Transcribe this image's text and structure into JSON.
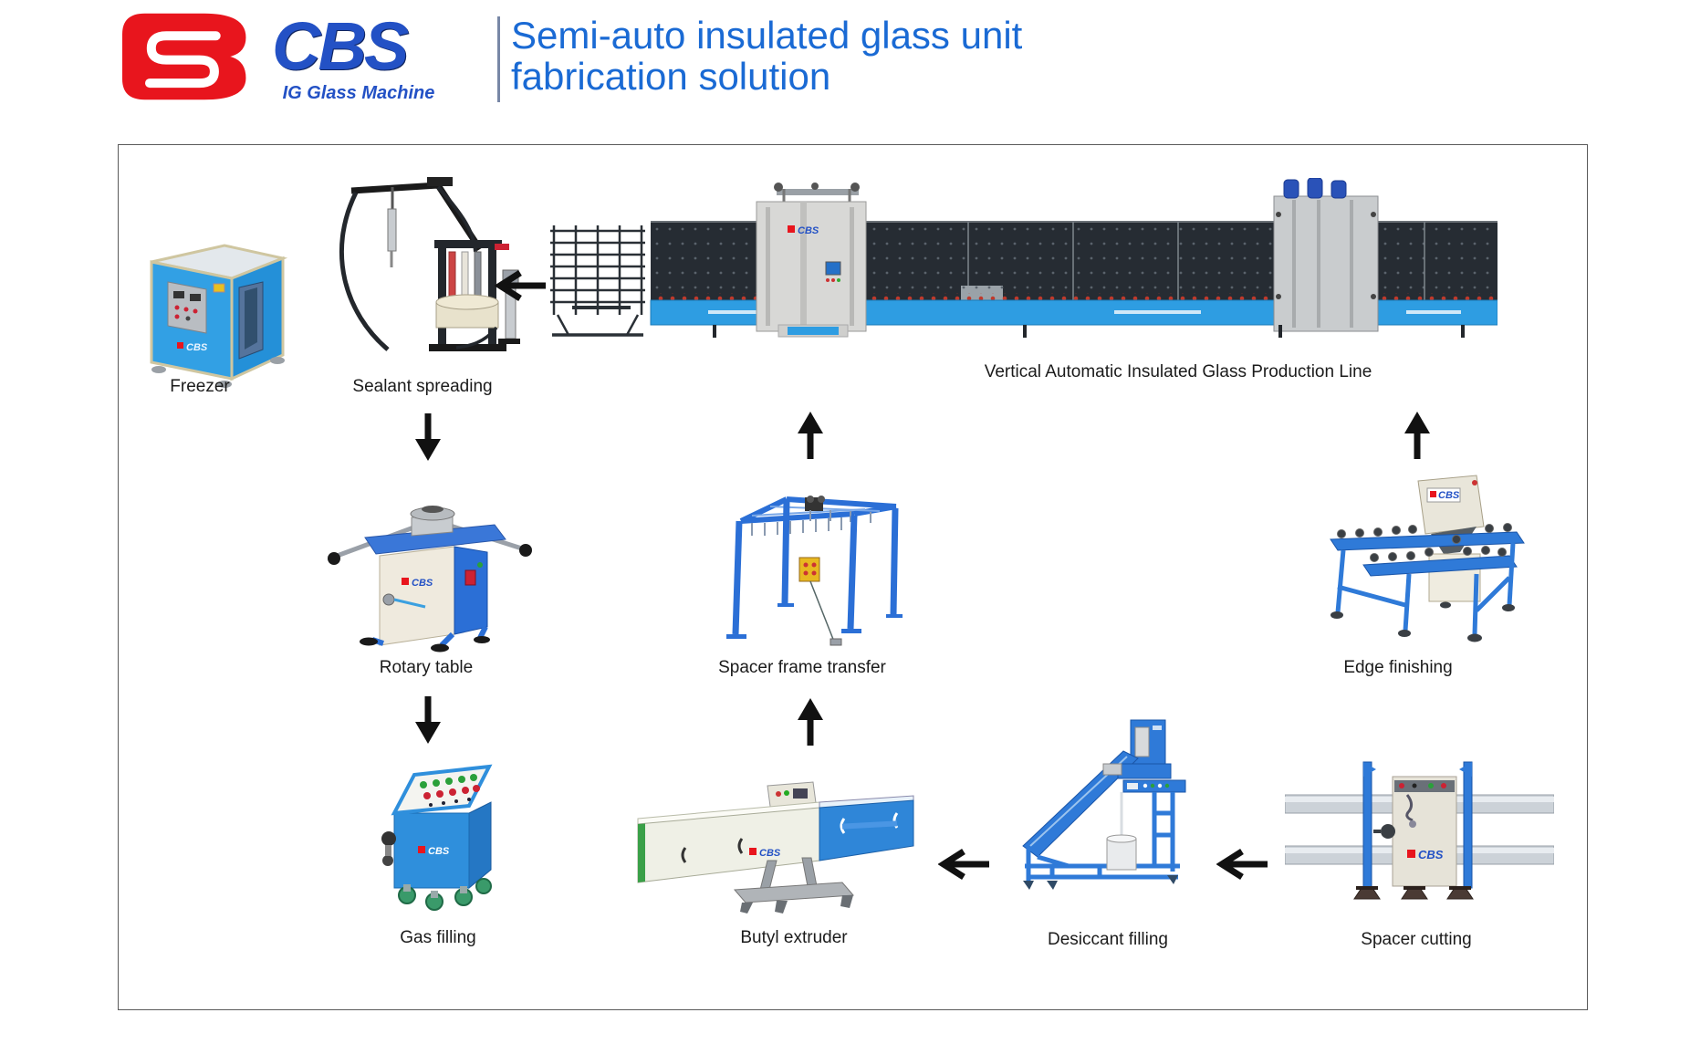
{
  "header": {
    "logo": {
      "brand": "CBS",
      "tagline": "IG Glass Machine"
    },
    "title_line1": "Semi-auto insulated glass unit",
    "title_line2": "fabrication solution"
  },
  "colors": {
    "brand_red": "#e8151d",
    "brand_blue": "#2351c5",
    "title_blue": "#1a6ad4",
    "machine_blue": "#2f7ad8",
    "light_blue": "#2e9de2",
    "arrow_black": "#111111",
    "frame_border": "#5a5a5a"
  },
  "nodes": [
    {
      "id": "freezer",
      "label": "Freezer"
    },
    {
      "id": "sealant-spreading",
      "label": "Sealant spreading"
    },
    {
      "id": "production-line",
      "label": "Vertical Automatic  Insulated Glass Production Line"
    },
    {
      "id": "rotary-table",
      "label": "Rotary table"
    },
    {
      "id": "spacer-frame-transfer",
      "label": "Spacer frame transfer"
    },
    {
      "id": "edge-finishing",
      "label": "Edge finishing"
    },
    {
      "id": "gas-filling",
      "label": "Gas filling"
    },
    {
      "id": "butyl-extruder",
      "label": "Butyl extruder"
    },
    {
      "id": "desiccant-filling",
      "label": "Desiccant filling"
    },
    {
      "id": "spacer-cutting",
      "label": "Spacer cutting"
    }
  ],
  "flow": [
    {
      "from": "production-line",
      "to": "sealant-spreading",
      "direction": "left"
    },
    {
      "from": "sealant-spreading",
      "to": "rotary-table",
      "direction": "down"
    },
    {
      "from": "rotary-table",
      "to": "gas-filling",
      "direction": "down"
    },
    {
      "from": "spacer-frame-transfer",
      "to": "production-line",
      "direction": "up"
    },
    {
      "from": "edge-finishing",
      "to": "production-line",
      "direction": "up"
    },
    {
      "from": "butyl-extruder",
      "to": "spacer-frame-transfer",
      "direction": "up"
    },
    {
      "from": "desiccant-filling",
      "to": "butyl-extruder",
      "direction": "left"
    },
    {
      "from": "spacer-cutting",
      "to": "desiccant-filling",
      "direction": "left"
    }
  ]
}
